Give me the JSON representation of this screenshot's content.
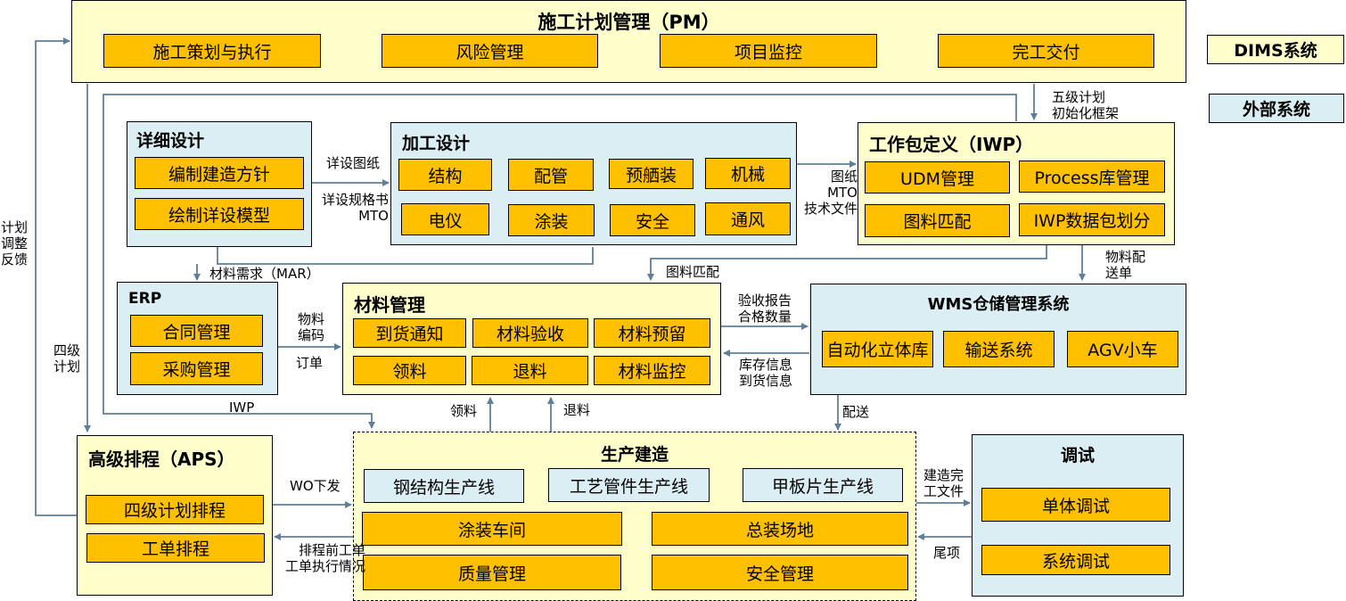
{
  "colors": {
    "dims": "#ffffcc",
    "external": "#daeef3",
    "module": "#ffc000",
    "arrow": "#5f7f99"
  },
  "legend": {
    "dims": "DIMS系统",
    "external": "外部系统"
  },
  "pm": {
    "title": "施工计划管理（PM）",
    "items": [
      "施工策划与执行",
      "风险管理",
      "项目监控",
      "完工交付"
    ]
  },
  "detail_design": {
    "title": "详细设计",
    "items": [
      "编制建造方针",
      "绘制详设模型"
    ]
  },
  "process_design": {
    "title": "加工设计",
    "items": [
      "结构",
      "配管",
      "预舾装",
      "机械",
      "电仪",
      "涂装",
      "安全",
      "通风"
    ]
  },
  "iwp": {
    "title": "工作包定义（IWP）",
    "items": [
      "UDM管理",
      "Process库管理",
      "图料匹配",
      "IWP数据包划分"
    ]
  },
  "erp": {
    "title": "ERP",
    "items": [
      "合同管理",
      "采购管理"
    ]
  },
  "material": {
    "title": "材料管理",
    "items": [
      "到货通知",
      "材料验收",
      "材料预留",
      "领料",
      "退料",
      "材料监控"
    ]
  },
  "wms": {
    "title": "WMS仓储管理系统",
    "items": [
      "自动化立体库",
      "输送系统",
      "AGV小车"
    ]
  },
  "aps": {
    "title": "高级排程（APS）",
    "items": [
      "四级计划排程",
      "工单排程"
    ]
  },
  "production": {
    "title": "生产建造",
    "lines": [
      "钢结构生产线",
      "工艺管件生产线",
      "甲板片生产线"
    ],
    "items": [
      "涂装车间",
      "总装场地",
      "质量管理",
      "安全管理"
    ]
  },
  "commissioning": {
    "title": "调试",
    "items": [
      "单体调试",
      "系统调试"
    ]
  },
  "flows": {
    "plan_feedback": "计划\n调整\n反馈",
    "level4_plan": "四级\n计划",
    "level5_init": "五级计划\n初始化框架",
    "detail_drawings": "详设图纸",
    "detail_spec": "详设规格书\nMTO",
    "drawings_mto_docs": "图纸\nMTO\n技术文件",
    "mar": "材料需求（MAR）",
    "drawing_material_match": "图料匹配",
    "material_delivery_note": "物料配\n送单",
    "material_code": "物料\n编码",
    "order": "订单",
    "acceptance_report": "验收报告\n合格数量",
    "inventory_info": "库存信息\n到货信息",
    "iwp": "IWP",
    "pick": "领料",
    "return": "退料",
    "delivery": "配送",
    "wo_issue": "WO下发",
    "wo_feedback": "排程前工单\n工单执行情况",
    "completion_docs": "建造完\n工文件",
    "punch_items": "尾项"
  }
}
